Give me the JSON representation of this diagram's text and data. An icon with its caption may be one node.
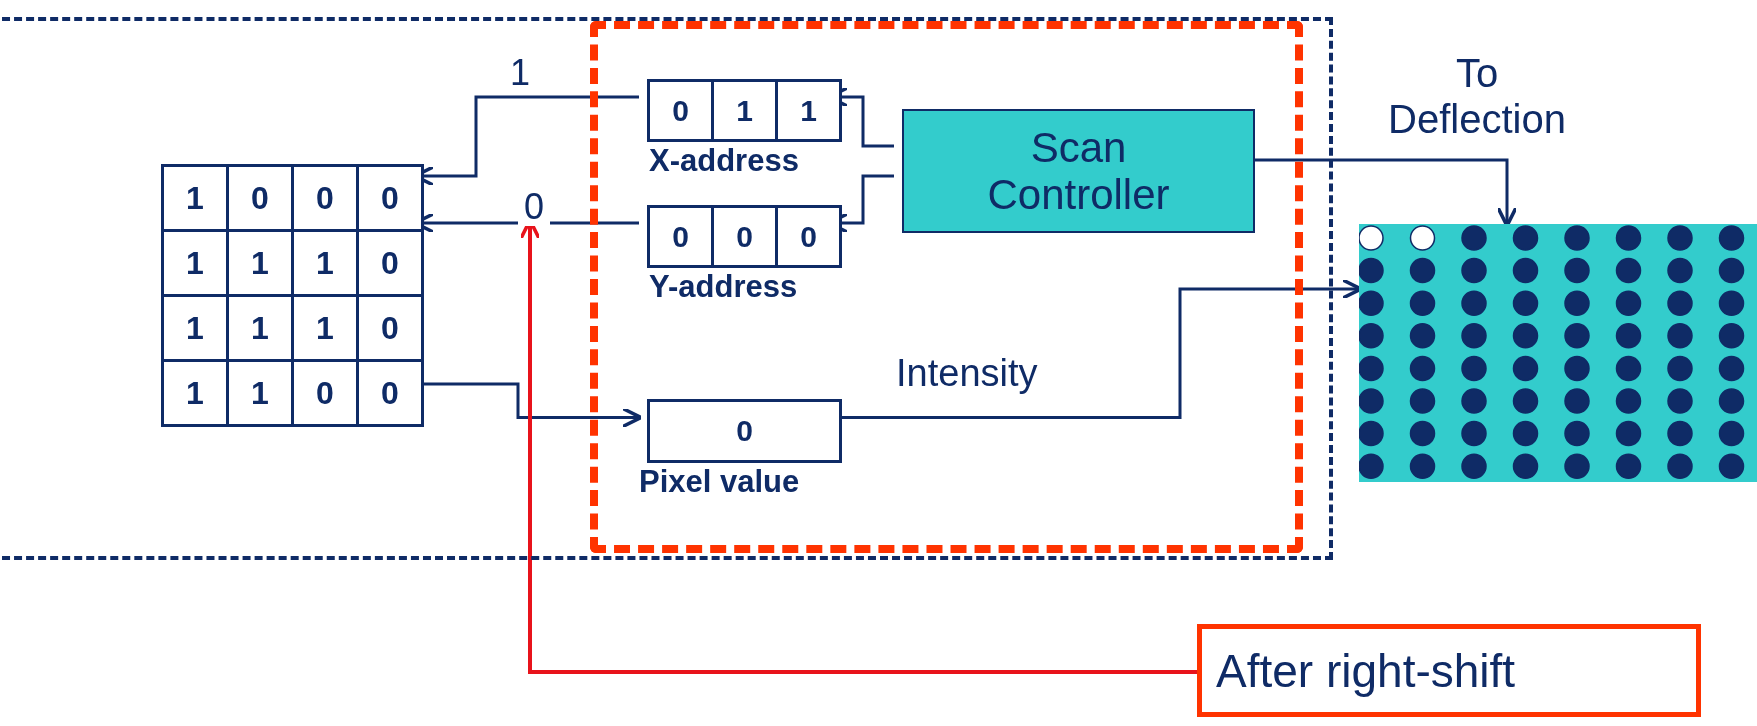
{
  "diagram": {
    "nodes": [
      {
        "text": [],
        "shape": "box"
      },
      {
        "text": [],
        "shape": "box",
        "in": 0
      },
      {
        "text": [
          "1",
          "0",
          "0",
          "0",
          "1",
          "1",
          "1",
          "0",
          "1",
          "1",
          "1",
          "0",
          "1",
          "1",
          "0",
          "0"
        ],
        "in": 0
      },
      {
        "text": [
          "0",
          "1",
          "1"
        ],
        "beside": [
          "X-address"
        ],
        "in": 1
      },
      {
        "text": [
          "0",
          "0",
          "0"
        ],
        "beside": [
          "Y-address"
        ],
        "in": 1
      },
      {
        "text": [
          "0"
        ],
        "beside": [
          "Pixel value"
        ],
        "in": 1
      },
      {
        "text": [
          "Scan Controller"
        ],
        "in": 1
      },
      {
        "text": [],
        "shape": "box"
      },
      {
        "text": [
          "After right-shift"
        ]
      },
      {
        "text": [
          "0"
        ],
        "in": 0
      }
    ],
    "edges": [
      {
        "from": 6,
        "to": 3,
        "arrow": "to"
      },
      {
        "from": 6,
        "to": 4,
        "arrow": "to"
      },
      {
        "from": 3,
        "to": 2,
        "arrow": "to",
        "label": "1"
      },
      {
        "from": 4,
        "to": 2,
        "arrow": "to"
      },
      {
        "from": 2,
        "to": 5,
        "arrow": "to"
      },
      {
        "from": 5,
        "to": 7,
        "arrow": "to",
        "label": "Intensity"
      },
      {
        "from": 6,
        "to": 7,
        "arrow": "to",
        "label": "To Deflection"
      },
      {
        "from": 8,
        "to": 9,
        "arrow": "to",
        "color": "#e8131b"
      }
    ]
  }
}
